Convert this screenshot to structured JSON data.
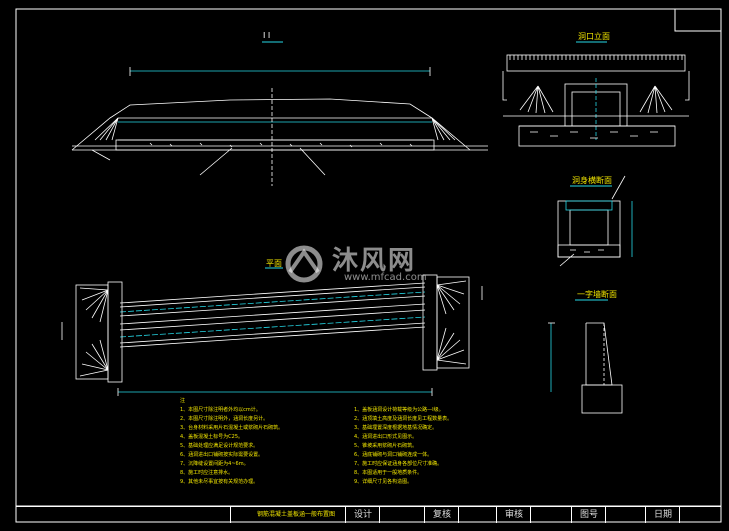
{
  "drawing": {
    "section_main": "Ⅰ  Ⅰ",
    "section_plan": "平面",
    "section_portal": "洞口立面",
    "section_detail1": "洞身横断面",
    "section_detail2": "一字墙断面",
    "watermark_name": "沐风网",
    "watermark_url": "www.mfcad.com",
    "drawing_title": "钢筋混凝土盖板涵一般布置图"
  },
  "notes": {
    "left": [
      "注",
      "1、本图尺寸除注明者外均以cm计。",
      "2、本图尺寸除注明外，涵洞长度另计。",
      "3、台身材料采用片石混凝土或浆砌片石砌筑。",
      "4、盖板混凝土标号为C25。",
      "5、基础处理应满足设计规范要求。",
      "6、涵洞进出口铺砌按实际需要设置。",
      "7、沉降缝设置间距为4~6m。",
      "8、施工时应注意排水。",
      "9、其他未尽事宜按有关规范办理。"
    ],
    "right": [
      "1、盖板涵洞设计荷载等级为公路—Ⅰ级。",
      "2、涵顶填土高度及涵洞长度见工程数量表。",
      "3、基础埋置深度根据地基情况确定。",
      "4、涵洞进出口形式见图示。",
      "5、锥坡采用浆砌片石砌筑。",
      "6、涵底铺砌与洞口铺砌连成一体。",
      "7、施工时应保证涵身各部位尺寸准确。",
      "8、本图适用于一般地质条件。",
      "9、详细尺寸见各构造图。"
    ]
  },
  "titleblock": {
    "design": "设计",
    "review": "复核",
    "check": "审核",
    "drawing_no": "图号",
    "date": "日期"
  },
  "colors": {
    "background": "#000000",
    "line_white": "#ffffff",
    "line_cyan": "#26d8e6",
    "text_yellow": "#f2e600"
  }
}
